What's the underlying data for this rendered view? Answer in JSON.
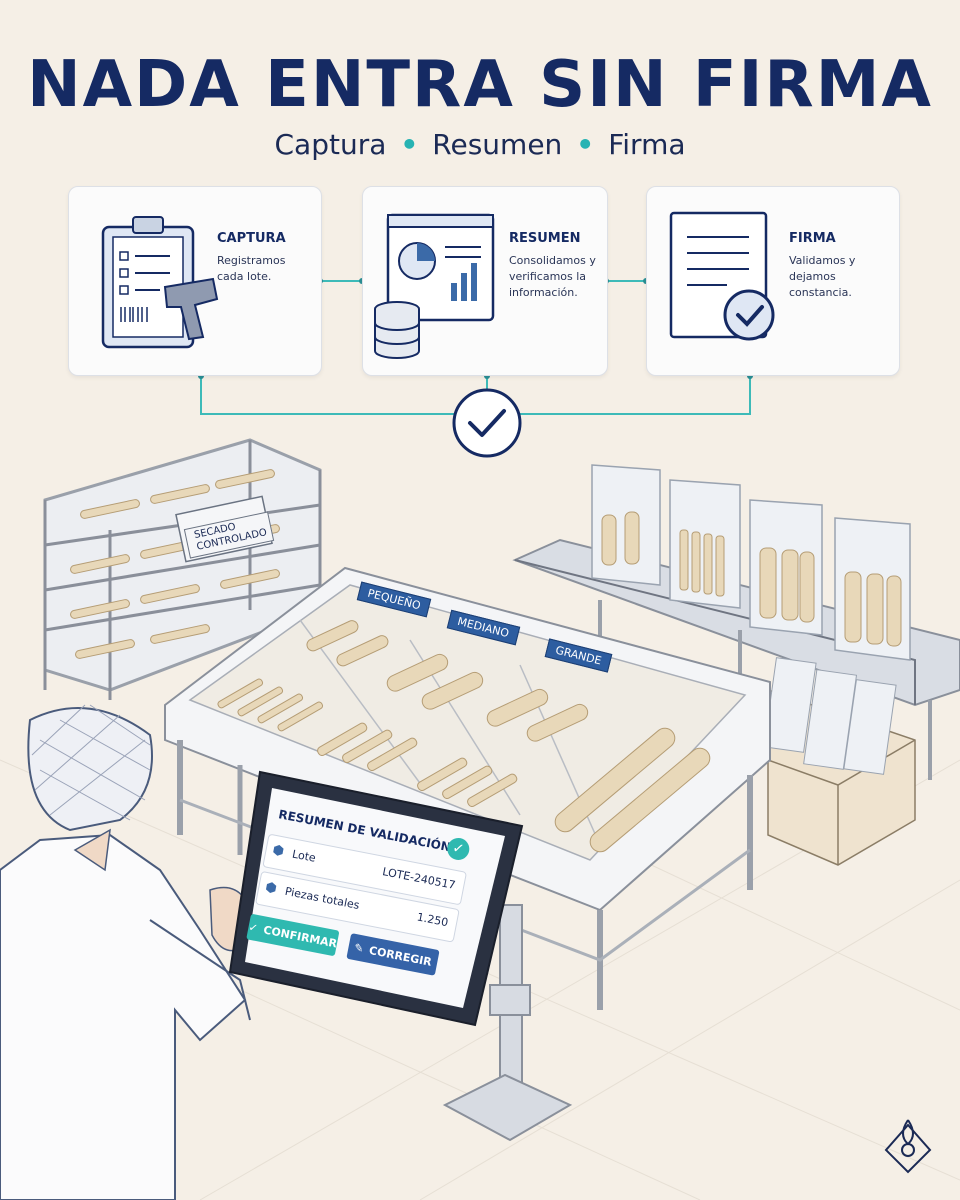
{
  "header": {
    "title": "NADA ENTRA SIN FIRMA",
    "subtitle_steps": [
      "Captura",
      "Resumen",
      "Firma"
    ]
  },
  "steps": [
    {
      "title": "CAPTURA",
      "description": "Registramos cada lote.",
      "icon": "clipboard-scanner-icon"
    },
    {
      "title": "RESUMEN",
      "description": "Consolidamos y verificamos la información.",
      "icon": "dashboard-database-icon"
    },
    {
      "title": "FIRMA",
      "description": "Validamos y dejamos constancia.",
      "icon": "document-check-icon"
    }
  ],
  "scene": {
    "drying_rack_sign": "SECADO CONTROLADO",
    "size_labels": [
      "PEQUEÑO",
      "MEDIANO",
      "GRANDE"
    ]
  },
  "tablet": {
    "title": "RESUMEN DE VALIDACIÓN",
    "rows": [
      {
        "label": "Lote",
        "value": "LOTE-240517"
      },
      {
        "label": "Piezas totales",
        "value": "1.250"
      }
    ],
    "confirm_label": "CONFIRMAR",
    "correct_label": "CORREGIR"
  },
  "colors": {
    "navy": "#152a63",
    "teal": "#27b3b3",
    "confirm": "#2fb9b0",
    "correct": "#3563a8",
    "background": "#f5efe6"
  }
}
